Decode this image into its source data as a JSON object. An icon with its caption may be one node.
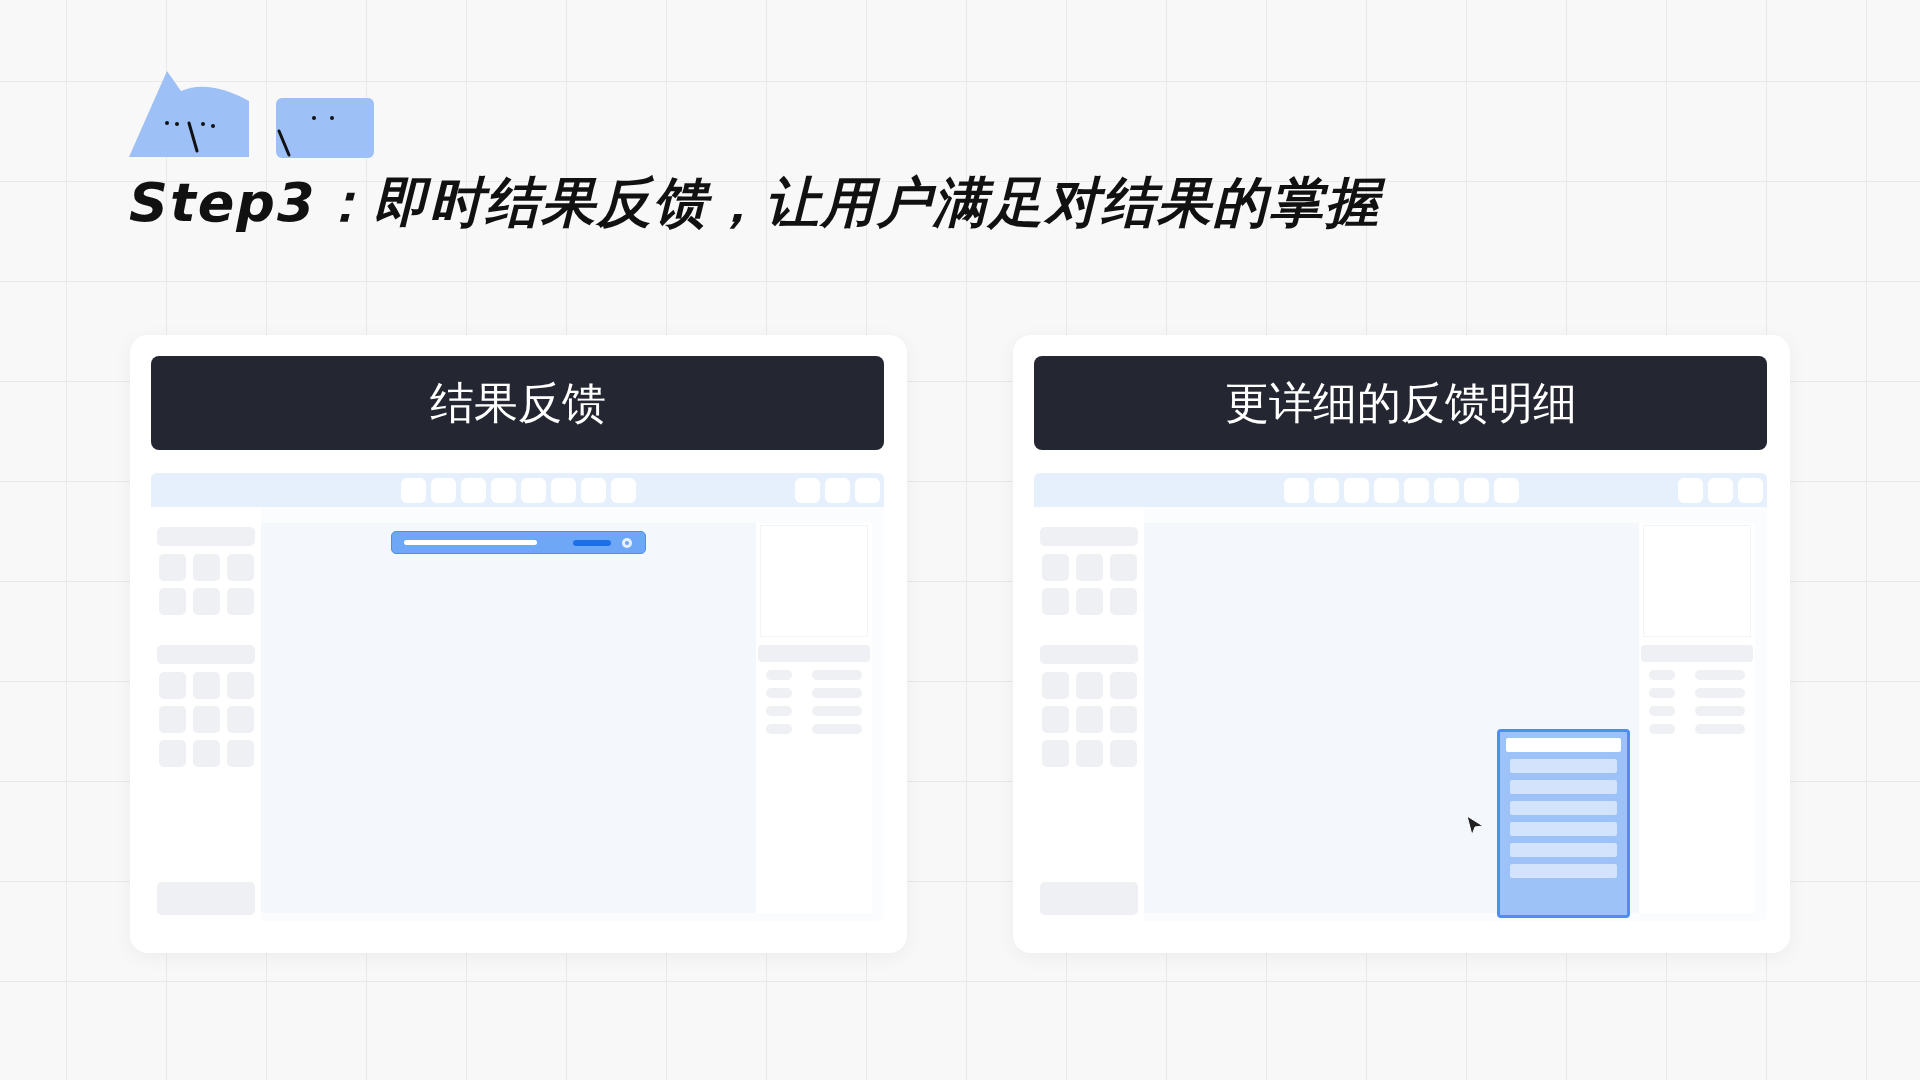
{
  "diagram": {
    "title": "Step3：即时结果反馈，让用户满足对结果的掌握",
    "nodes": [
      {
        "text": [
          "结果反馈"
        ]
      },
      {
        "text": [
          "更详细的反馈明细"
        ]
      }
    ]
  }
}
